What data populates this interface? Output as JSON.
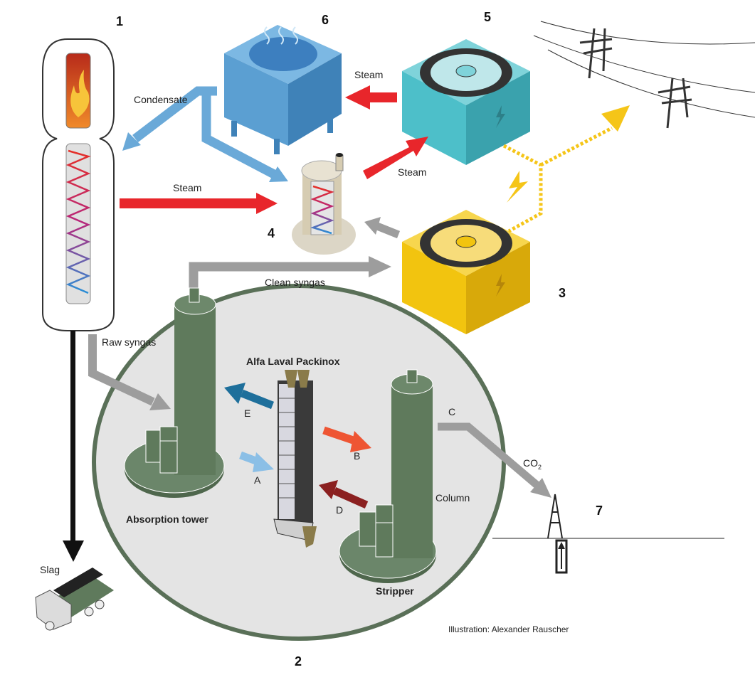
{
  "diagram": {
    "numbers": {
      "n1": "1",
      "n2": "2",
      "n3": "3",
      "n4": "4",
      "n5": "5",
      "n6": "6",
      "n7": "7"
    },
    "labels": {
      "condensate": "Condensate",
      "steam_top": "Steam",
      "steam_mid": "Steam",
      "steam_left": "Steam",
      "clean_syngas": "Clean syngas",
      "raw_syngas": "Raw syngas",
      "packinox": "Alfa Laval Packinox",
      "a": "A",
      "b": "B",
      "c": "C",
      "d": "D",
      "e": "E",
      "column": "Column",
      "absorption_tower": "Absorption tower",
      "stripper": "Stripper",
      "co2": "CO",
      "co2_sub": "2",
      "slag": "Slag",
      "credit": "Illustration: Alexander Rauscher"
    },
    "colors": {
      "steam_arrow": "#e8262b",
      "condensate_arrow": "#6aa9d8",
      "syngas_arrow": "#9d9d9d",
      "power_line": "#f5c518",
      "equipment_green": "#5f7a5c",
      "plant_circle": "#e4e4e4",
      "turbine_teal": "#4dbfc9",
      "turbine_yellow": "#f2c40f",
      "condenser_blue": "#5b9fd2"
    }
  }
}
